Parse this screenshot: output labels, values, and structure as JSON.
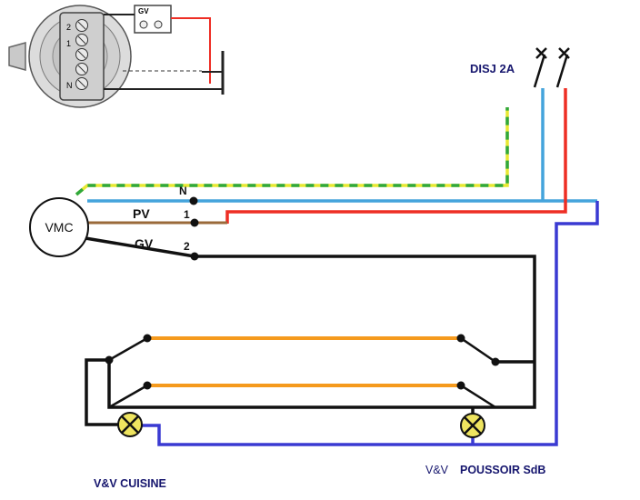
{
  "diagram": {
    "labels": {
      "breaker": "DISJ 2A",
      "vmc": "VMC",
      "neutral": "N",
      "pv": "PV",
      "gv": "GV",
      "terminal_1": "1",
      "terminal_2": "2",
      "cuisine": "V&V CUISINE",
      "sdb_prefix": "V&V",
      "sdb": "POUSSOIR SdB",
      "motor_box": "GV",
      "motor_terminal_top": "2",
      "motor_terminal_mid": "1",
      "motor_terminal_bottom": "N"
    },
    "colors": {
      "earth_yellow": "#e8e832",
      "earth_green": "#2fa83c",
      "neutral_blue": "#44a4dc",
      "live_red": "#ee2e24",
      "return_blue": "#3a3ad2",
      "shuttle_orange": "#f59a1d",
      "wire_brown": "#9a6a3a",
      "lamp_fill": "#eee45f",
      "label_navy": "#16166e",
      "label_black": "#111111"
    }
  }
}
